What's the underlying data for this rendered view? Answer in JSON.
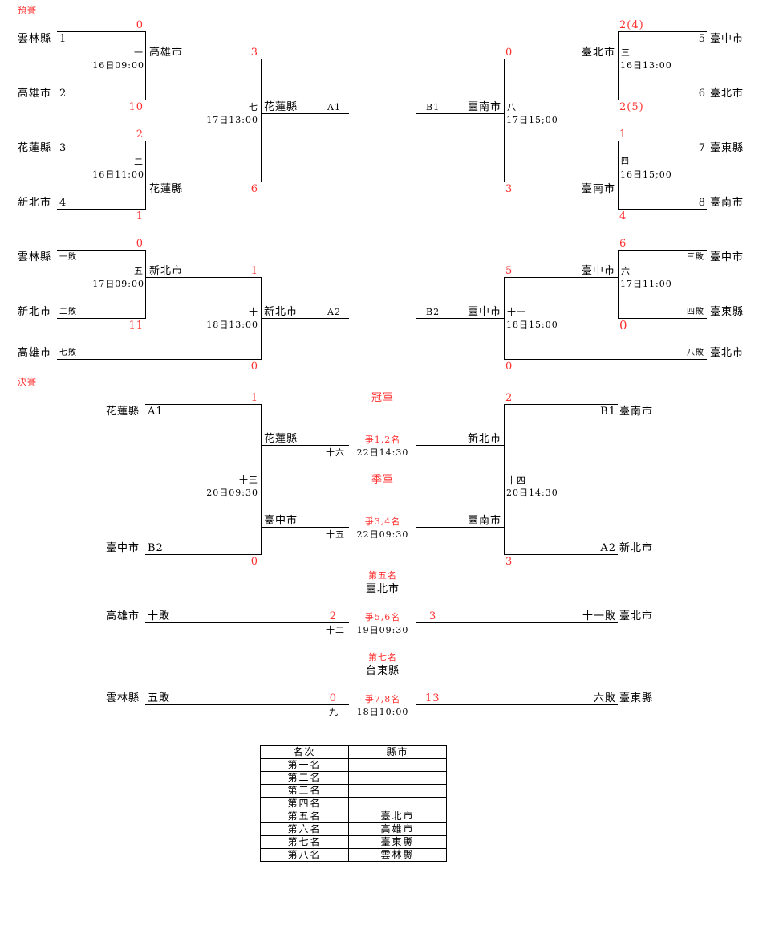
{
  "sections": {
    "prelim": "預賽",
    "final": "決賽"
  },
  "prelim_left": {
    "teams": [
      {
        "name": "雲林縣",
        "seed": "1"
      },
      {
        "name": "高雄市",
        "seed": "2"
      },
      {
        "name": "花蓮縣",
        "seed": "3"
      },
      {
        "name": "新北市",
        "seed": "4"
      }
    ],
    "games": [
      {
        "no": "一",
        "time": "16日09:00",
        "score_top": "0",
        "score_bottom": "10",
        "winner": "高雄市"
      },
      {
        "no": "二",
        "time": "16日11:00",
        "score_top": "2",
        "score_bottom": "1",
        "winner": "花蓮縣"
      },
      {
        "no": "七",
        "time": "17日13:00",
        "score_top": "3",
        "score_bottom": "6",
        "winner": "花蓮縣",
        "slot": "A1"
      }
    ]
  },
  "prelim_right": {
    "teams": [
      {
        "name": "臺中市",
        "seed": "5"
      },
      {
        "name": "臺北市",
        "seed": "6"
      },
      {
        "name": "臺東縣",
        "seed": "7"
      },
      {
        "name": "臺南市",
        "seed": "8"
      }
    ],
    "games": [
      {
        "no": "三",
        "time": "16日13:00",
        "score_top": "2(4)",
        "score_bottom": "2(5)",
        "winner": "臺北市"
      },
      {
        "no": "四",
        "time": "16日15;00",
        "score_top": "1",
        "score_bottom": "4",
        "winner": "臺南市"
      },
      {
        "no": "八",
        "time": "17日15;00",
        "score_top": "0",
        "score_bottom": "3",
        "winner": "臺南市",
        "slot": "B1"
      }
    ]
  },
  "repechage_left": {
    "teams": [
      {
        "name": "雲林縣",
        "from": "一敗"
      },
      {
        "name": "新北市",
        "from": "二敗"
      },
      {
        "name": "高雄市",
        "from": "七敗"
      }
    ],
    "games": [
      {
        "no": "五",
        "time": "17日09:00",
        "score_top": "0",
        "score_bottom": "11",
        "winner": "新北市"
      },
      {
        "no": "十",
        "time": "18日13:00",
        "score_top": "1",
        "score_bottom": "0",
        "winner": "新北市",
        "slot": "A2"
      }
    ]
  },
  "repechage_right": {
    "teams": [
      {
        "name": "臺中市",
        "from": "三敗"
      },
      {
        "name": "臺東縣",
        "from": "四敗"
      },
      {
        "name": "臺北市",
        "from": "八敗"
      }
    ],
    "games": [
      {
        "no": "六",
        "time": "17日11:00",
        "score_top": "6",
        "score_bottom": "0",
        "winner": "臺中市"
      },
      {
        "no": "十一",
        "time": "18日15:00",
        "score_top": "5",
        "score_bottom": "0",
        "winner": "臺中市",
        "slot": "B2"
      }
    ]
  },
  "finals": {
    "left": {
      "top": {
        "name": "花蓮縣",
        "slot": "A1"
      },
      "bottom": {
        "name": "臺中市",
        "slot": "B2"
      },
      "game": {
        "no": "十三",
        "time": "20日09:30",
        "score_top": "1",
        "score_bottom": "0"
      }
    },
    "right": {
      "top": {
        "name": "臺南市",
        "slot": "B1"
      },
      "bottom": {
        "name": "新北市",
        "slot": "A2"
      },
      "game": {
        "no": "十四",
        "time": "20日14:30",
        "score_top": "2",
        "score_bottom": "3"
      }
    },
    "champion": {
      "title": "冠軍",
      "label": "爭1,2名",
      "no": "十六",
      "time": "22日14:30",
      "left": "花蓮縣",
      "right": "新北市"
    },
    "third": {
      "title": "季軍",
      "label": "爭3,4名",
      "no": "十五",
      "time": "22日09:30",
      "left": "臺中市",
      "right": "臺南市"
    },
    "fifth": {
      "title": "第五名",
      "result": "臺北市",
      "label": "爭5,6名",
      "no": "十二",
      "time": "19日09:30",
      "left": {
        "name": "高雄市",
        "from": "十敗",
        "score": "2"
      },
      "right": {
        "name": "臺北市",
        "from": "十一敗",
        "score": "3"
      }
    },
    "seventh": {
      "title": "第七名",
      "result": "台東縣",
      "label": "爭7,8名",
      "no": "九",
      "time": "18日10:00",
      "left": {
        "name": "雲林縣",
        "from": "五敗",
        "score": "0"
      },
      "right": {
        "name": "臺東縣",
        "from": "六敗",
        "score": "13"
      }
    }
  },
  "ranking": {
    "headers": [
      "名次",
      "縣市"
    ],
    "rows": [
      {
        "rank": "第一名",
        "team": ""
      },
      {
        "rank": "第二名",
        "team": ""
      },
      {
        "rank": "第三名",
        "team": ""
      },
      {
        "rank": "第四名",
        "team": ""
      },
      {
        "rank": "第五名",
        "team": "臺北市"
      },
      {
        "rank": "第六名",
        "team": "高雄市"
      },
      {
        "rank": "第七名",
        "team": "臺東縣"
      },
      {
        "rank": "第八名",
        "team": "雲林縣"
      }
    ]
  }
}
